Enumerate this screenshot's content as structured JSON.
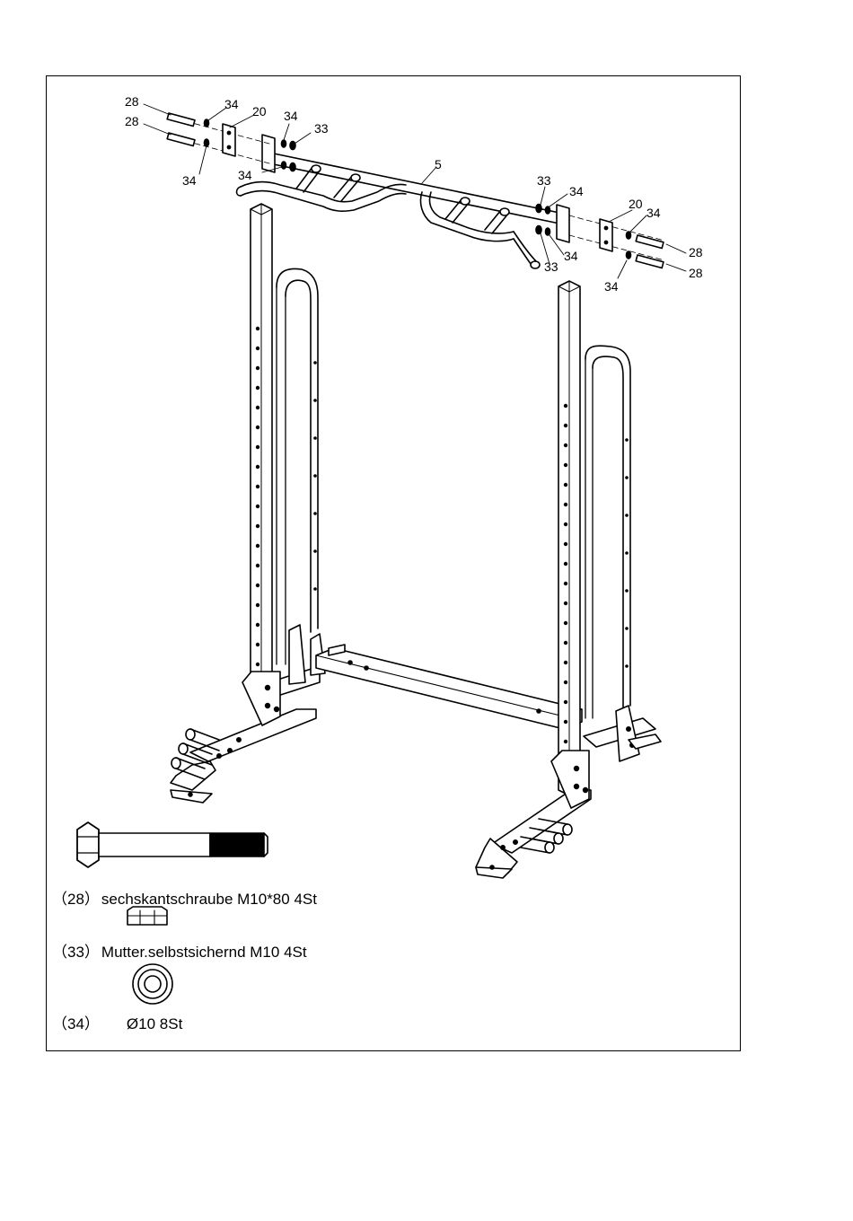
{
  "callouts": {
    "c28a": "28",
    "c28b": "28",
    "c34a": "34",
    "c34b": "34",
    "c20a": "20",
    "c34c": "34",
    "c33a": "33",
    "c34d": "34",
    "c5": "5",
    "c33b": "33",
    "c34e": "34",
    "c20b": "20",
    "c34f": "34",
    "c28c": "28",
    "c28d": "28",
    "c34g": "34",
    "c33c": "33",
    "c34h": "34"
  },
  "parts": [
    {
      "number": "（28）",
      "description": "sechskantschraube M10*80 4St",
      "icon": "hex-bolt-icon"
    },
    {
      "number": "（33）",
      "description": "Mutter.selbstsichernd M10 4St",
      "icon": "lock-nut-icon"
    },
    {
      "number": "（34）",
      "description": "Ø10 8St",
      "icon": "washer-icon"
    }
  ]
}
